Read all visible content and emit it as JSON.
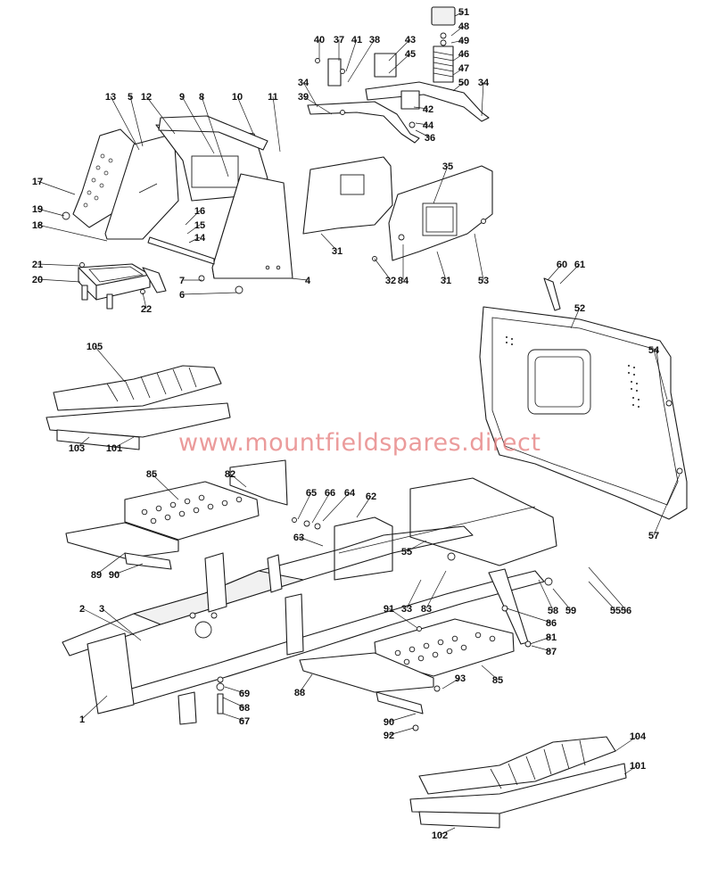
{
  "watermark": "www.mountfieldspares.direct",
  "part_labels": [
    "1",
    "2",
    "3",
    "4",
    "5",
    "6",
    "7",
    "8",
    "9",
    "10",
    "11",
    "12",
    "13",
    "14",
    "15",
    "16",
    "17",
    "18",
    "19",
    "20",
    "21",
    "22",
    "31",
    "32",
    "33",
    "34",
    "35",
    "36",
    "37",
    "38",
    "39",
    "40",
    "41",
    "42",
    "43",
    "44",
    "45",
    "46",
    "47",
    "48",
    "49",
    "50",
    "51",
    "52",
    "53",
    "54",
    "55",
    "56",
    "57",
    "58",
    "59",
    "60",
    "61",
    "62",
    "63",
    "64",
    "65",
    "66",
    "67",
    "68",
    "69",
    "81",
    "82",
    "83",
    "84",
    "85",
    "86",
    "87",
    "88",
    "89",
    "90",
    "91",
    "92",
    "93",
    "101",
    "102",
    "103",
    "104",
    "105"
  ]
}
